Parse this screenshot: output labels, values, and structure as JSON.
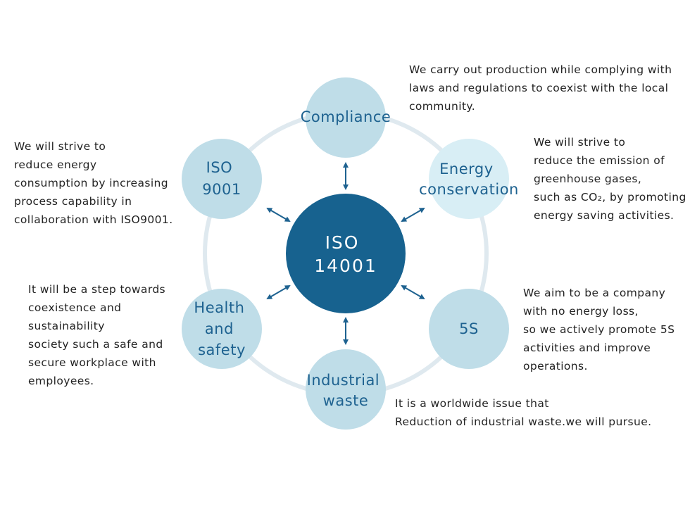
{
  "colors": {
    "ring": "#dfe9ef",
    "node_fill": "#bfdde8",
    "node_fill_light": "#d8eef5",
    "node_text": "#1e6290",
    "center_fill": "#17628f",
    "center_text": "#ffffff",
    "arrow": "#1e6290",
    "desc_text": "#222222"
  },
  "center": {
    "lines": [
      "ISO",
      "14001"
    ]
  },
  "nodes": [
    {
      "id": "compliance",
      "lines": [
        "Compliance"
      ]
    },
    {
      "id": "energy",
      "lines": [
        "Energy",
        "conservation"
      ]
    },
    {
      "id": "fives",
      "lines": [
        "5S"
      ]
    },
    {
      "id": "waste",
      "lines": [
        "Industrial",
        "waste"
      ]
    },
    {
      "id": "health",
      "lines": [
        "Health",
        "and",
        "safety"
      ]
    },
    {
      "id": "iso9001",
      "lines": [
        "ISO",
        "9001"
      ]
    }
  ],
  "descriptions": {
    "compliance": [
      "We carry out production while complying with",
      "laws and regulations to coexist with the local",
      "community."
    ],
    "energy": [
      "We will strive to",
      "reduce the emission of",
      "greenhouse gases,",
      "such as CO₂, by promoting",
      "energy saving activities."
    ],
    "iso9001": [
      "We will strive to",
      "reduce energy",
      "consumption by increasing",
      "process capability in",
      "collaboration with ISO9001."
    ],
    "fives": [
      "We aim to be a company",
      "with no energy loss,",
      "so we actively promote 5S",
      "activities and improve",
      "operations."
    ],
    "health": [
      "It will be a step towards",
      "coexistence and",
      "sustainability",
      "society such a safe and",
      "secure workplace with",
      "employees."
    ],
    "waste": [
      "It is a worldwide issue that",
      "Reduction of industrial waste.we will pursue."
    ]
  }
}
